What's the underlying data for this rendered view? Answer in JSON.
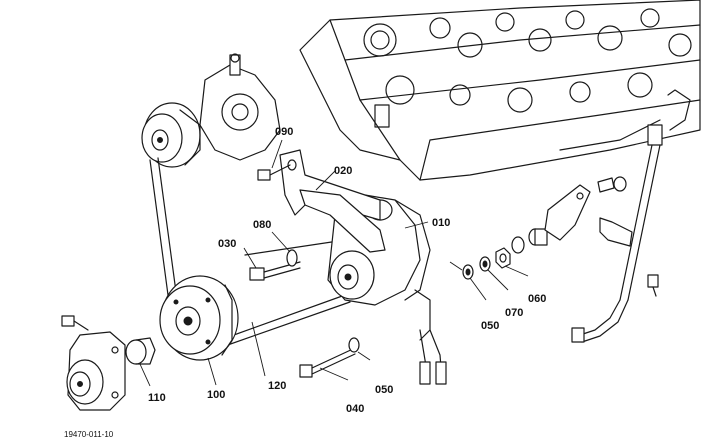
{
  "diagram": {
    "drawing_id": "19470-011-10",
    "labels": {
      "p010": "010",
      "p020": "020",
      "p030": "030",
      "p040": "040",
      "p050a": "050",
      "p050b": "050",
      "p060": "060",
      "p070": "070",
      "p080": "080",
      "p090": "090",
      "p100": "100",
      "p110": "110",
      "p120": "120"
    }
  }
}
